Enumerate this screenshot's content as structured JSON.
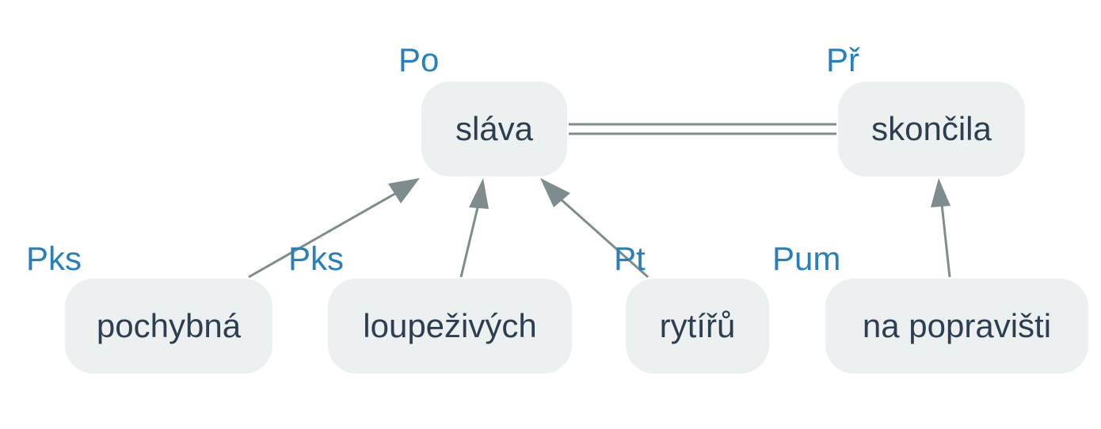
{
  "nodes": {
    "slava": {
      "label": "sláva",
      "relation": "Po"
    },
    "skoncila": {
      "label": "skončila",
      "relation": "Př"
    },
    "pochybna": {
      "label": "pochybná",
      "relation": "Pks"
    },
    "loupezivych": {
      "label": "loupeživých",
      "relation": "Pks"
    },
    "rytiru": {
      "label": "rytířů",
      "relation": "Pt"
    },
    "na_popravisti": {
      "label": "na popravišti",
      "relation": "Pum"
    }
  },
  "colors": {
    "node_fill": "#ecf0f1",
    "node_text": "#2c3e50",
    "relation_text": "#2980b9",
    "edge": "#7f8c8d"
  }
}
